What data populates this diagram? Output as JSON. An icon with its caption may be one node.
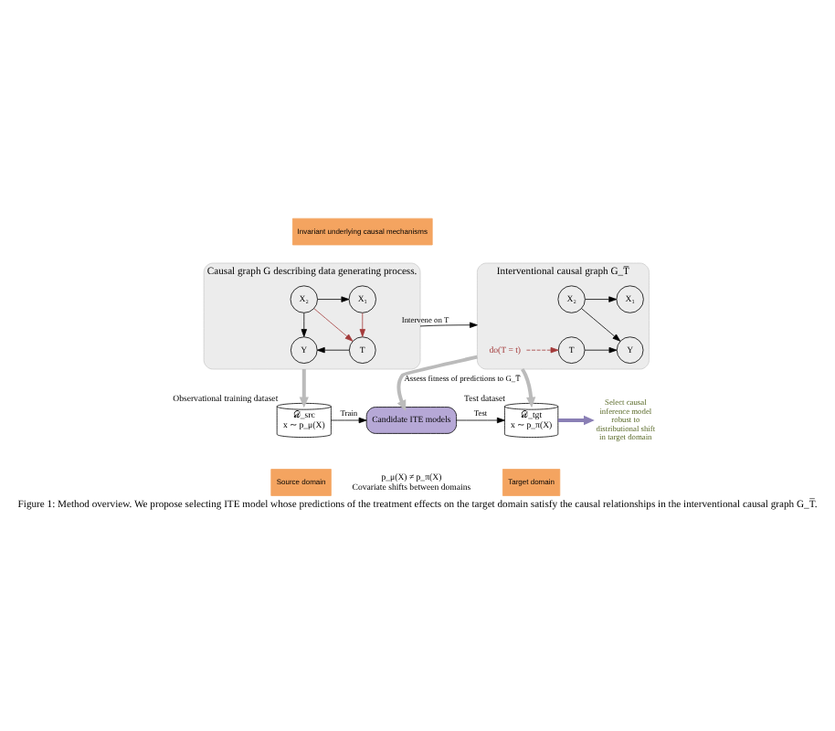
{
  "diagram": {
    "caption": "Figure 1: Method overview. We propose selecting ITE model whose predictions of the treatment effects on the target domain satisfy the causal relationships in the interventional causal graph G_T̅.",
    "nodes": [
      {
        "text": [
          "Causal graph G describing data generating process."
        ]
      },
      {
        "text": [
          "X₁"
        ],
        "in": 0
      },
      {
        "text": [
          "X₂"
        ],
        "in": 0
      },
      {
        "text": [
          "T"
        ],
        "in": 0
      },
      {
        "text": [
          "Y"
        ],
        "in": 0
      },
      {
        "text": [
          "Interventional causal graph G_T̅"
        ]
      },
      {
        "text": [
          "X₁"
        ],
        "in": 5
      },
      {
        "text": [
          "X₂"
        ],
        "in": 5
      },
      {
        "text": [
          "T"
        ],
        "in": 5
      },
      {
        "text": [
          "Y"
        ],
        "in": 5
      },
      {
        "text": [
          "do(T = t)"
        ],
        "in": 5
      },
      {
        "text": [
          "𝒟_src",
          "x ∼ p_μ(X)"
        ],
        "beside": [
          "Observational training dataset"
        ]
      },
      {
        "text": [
          "Candidate ITE models"
        ],
        "beside": [
          "p_μ(X) ≠ p_π(X)",
          "Covariate shifts between domains"
        ]
      },
      {
        "text": [
          "𝒟_tgt",
          "x ∼ p_π(X)"
        ],
        "beside": [
          "Test dataset"
        ]
      },
      {
        "text": [
          "Select causal inference model robust to distributional shift in target domain"
        ]
      }
    ],
    "edges": [
      {
        "from": 2,
        "to": 1,
        "arrow": "to"
      },
      {
        "from": 1,
        "to": 3,
        "arrow": "to",
        "color": "#a33a3a"
      },
      {
        "from": 2,
        "to": 3,
        "arrow": "to",
        "color": "#a33a3a"
      },
      {
        "from": 2,
        "to": 4,
        "arrow": "to"
      },
      {
        "from": 3,
        "to": 4,
        "arrow": "to"
      },
      {
        "from": 0,
        "to": 5,
        "arrow": "to",
        "label": "Intervene on T"
      },
      {
        "from": 7,
        "to": 6,
        "arrow": "to"
      },
      {
        "from": 7,
        "to": 9,
        "arrow": "to"
      },
      {
        "from": 8,
        "to": 9,
        "arrow": "to"
      },
      {
        "from": 10,
        "to": 8,
        "arrow": "to",
        "style": "dashed",
        "color": "#a33a3a"
      },
      {
        "from": 0,
        "to": 11,
        "arrow": "to",
        "style": "thick",
        "color": "#bbbbbb"
      },
      {
        "from": 5,
        "to": 13,
        "arrow": "to",
        "style": "thick",
        "color": "#bbbbbb"
      },
      {
        "from": 5,
        "to": 12,
        "arrow": "to",
        "style": "thick",
        "color": "#bbbbbb",
        "label": "Assess fitness of predictions to G_T̅"
      },
      {
        "from": 11,
        "to": 12,
        "arrow": "to",
        "label": "Train"
      },
      {
        "from": 12,
        "to": 13,
        "arrow": "to",
        "label": "Test"
      },
      {
        "from": 13,
        "to": 14,
        "arrow": "to",
        "style": "thick",
        "color": "#8a7fb5"
      }
    ],
    "labels": [
      "Invariant underlying causal mechanisms",
      "Source domain",
      "Target domain"
    ]
  }
}
